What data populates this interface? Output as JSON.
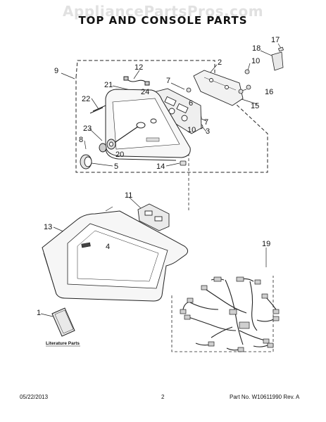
{
  "watermark": "AppliancePartsPros.com",
  "title": "TOP AND CONSOLE PARTS",
  "footer": {
    "date": "05/22/2013",
    "page": "2",
    "part_number": "Part No.  W10611990  Rev. A"
  },
  "literature_label": "Literature Parts",
  "callouts": {
    "c1": "1",
    "c2": "2",
    "c3": "3",
    "c4": "4",
    "c5": "5",
    "c6": "6",
    "c7a": "7",
    "c7b": "7",
    "c8": "8",
    "c9": "9",
    "c10a": "10",
    "c10b": "10",
    "c11": "11",
    "c12": "12",
    "c13": "13",
    "c14": "14",
    "c15": "15",
    "c16": "16",
    "c17": "17",
    "c18": "18",
    "c19": "19",
    "c20": "20",
    "c21": "21",
    "c22": "22",
    "c23": "23",
    "c24": "24"
  }
}
